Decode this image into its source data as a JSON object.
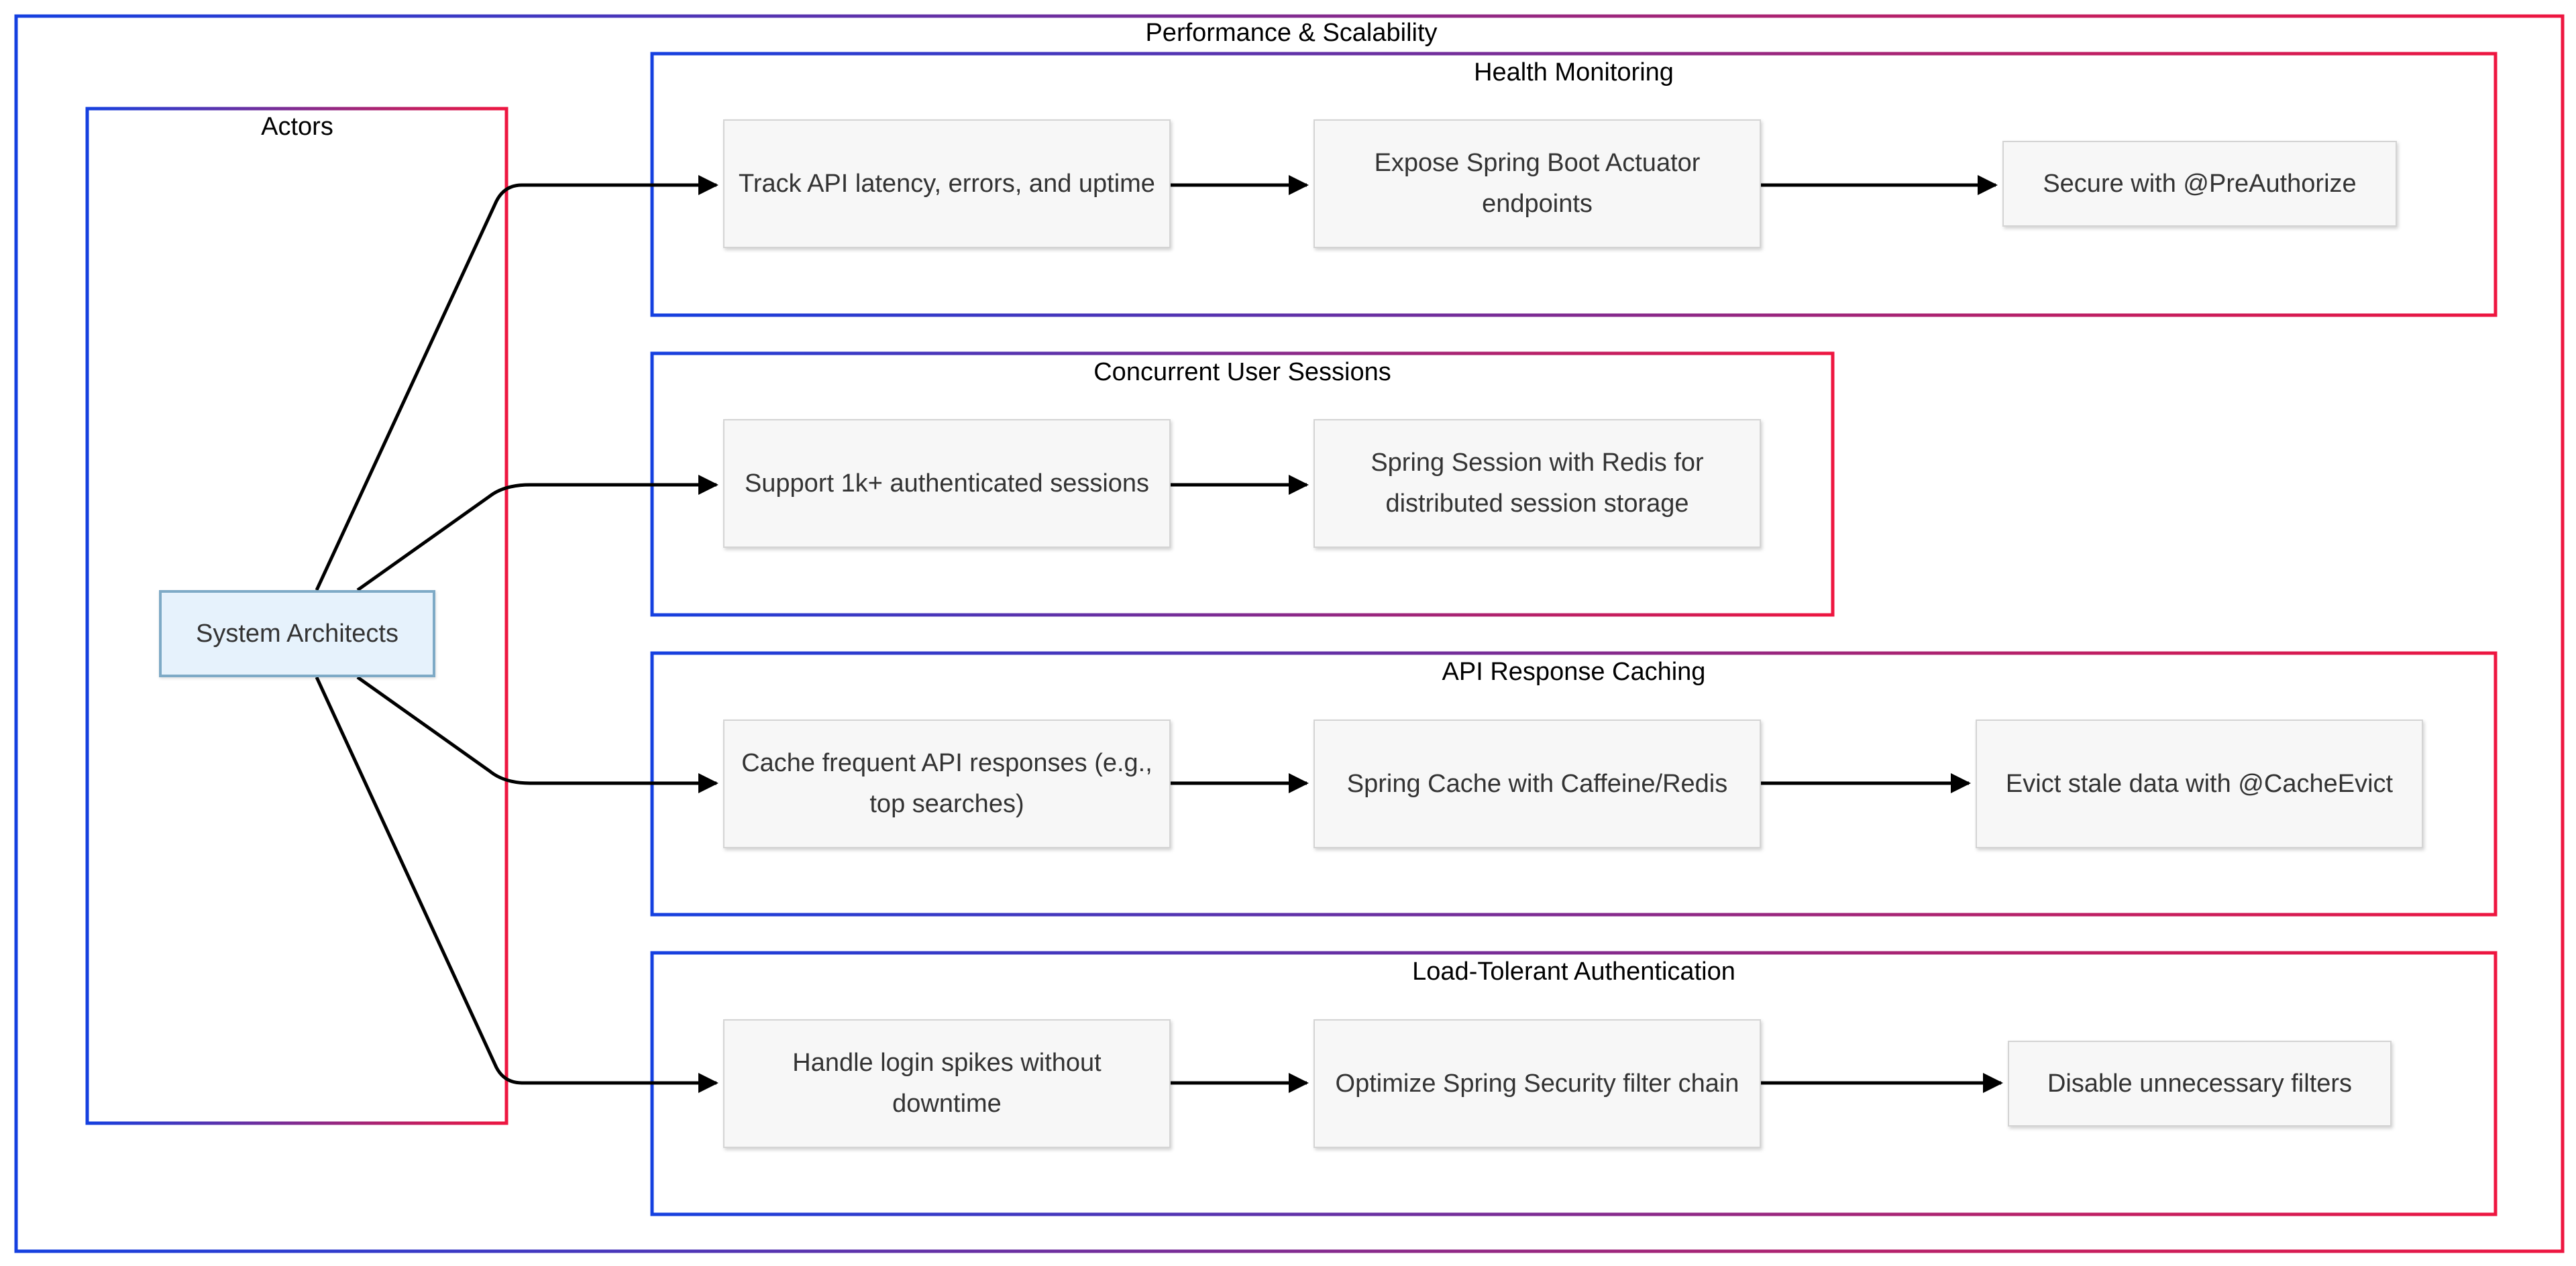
{
  "diagram": {
    "title": "Performance & Scalability",
    "colors": {
      "border_start": "#1540e0",
      "border_end": "#ee1640",
      "node_fill": "#f7f7f7",
      "actor_fill": "#e6f2fc",
      "actor_border": "#7eaac6",
      "edge": "#000000"
    },
    "actors": {
      "title": "Actors",
      "node": "System Architects"
    },
    "groups": [
      {
        "id": "health",
        "title": "Health Monitoring",
        "nodes": [
          "Track API latency, errors, and uptime",
          "Expose Spring Boot Actuator endpoints",
          "Secure with @PreAuthorize"
        ]
      },
      {
        "id": "sessions",
        "title": "Concurrent User Sessions",
        "nodes": [
          "Support 1k+ authenticated sessions",
          "Spring Session with Redis for distributed session storage"
        ]
      },
      {
        "id": "caching",
        "title": "API Response Caching",
        "nodes": [
          "Cache frequent API responses (e.g., top searches)",
          "Spring Cache with Caffeine/Redis",
          "Evict stale data with @CacheEvict"
        ]
      },
      {
        "id": "auth",
        "title": "Load-Tolerant Authentication",
        "nodes": [
          "Handle login spikes without downtime",
          "Optimize Spring Security filter chain",
          "Disable unnecessary filters"
        ]
      }
    ],
    "edges": [
      {
        "from": "System Architects",
        "to": "Track API latency, errors, and uptime"
      },
      {
        "from": "System Architects",
        "to": "Support 1k+ authenticated sessions"
      },
      {
        "from": "System Architects",
        "to": "Cache frequent API responses (e.g., top searches)"
      },
      {
        "from": "System Architects",
        "to": "Handle login spikes without downtime"
      },
      {
        "from": "Track API latency, errors, and uptime",
        "to": "Expose Spring Boot Actuator endpoints"
      },
      {
        "from": "Expose Spring Boot Actuator endpoints",
        "to": "Secure with @PreAuthorize"
      },
      {
        "from": "Support 1k+ authenticated sessions",
        "to": "Spring Session with Redis for distributed session storage"
      },
      {
        "from": "Cache frequent API responses (e.g., top searches)",
        "to": "Spring Cache with Caffeine/Redis"
      },
      {
        "from": "Spring Cache with Caffeine/Redis",
        "to": "Evict stale data with @CacheEvict"
      },
      {
        "from": "Handle login spikes without downtime",
        "to": "Optimize Spring Security filter chain"
      },
      {
        "from": "Optimize Spring Security filter chain",
        "to": "Disable unnecessary filters"
      }
    ]
  }
}
